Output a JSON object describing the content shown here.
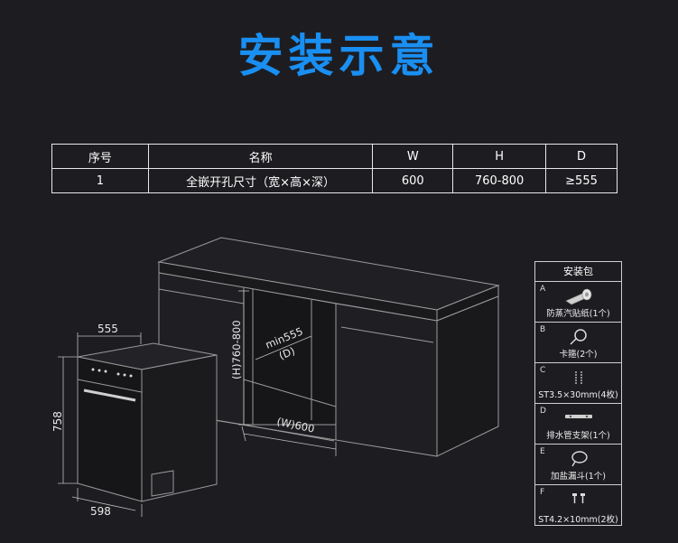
{
  "title": "安装示意",
  "table": {
    "headers": [
      "序号",
      "名称",
      "W",
      "H",
      "D"
    ],
    "rows": [
      [
        "1",
        "全嵌开孔尺寸（宽×高×深）",
        "600",
        "760-800",
        "≥555"
      ]
    ]
  },
  "diagram": {
    "dim_depth_top": "555",
    "dim_height_left": "758",
    "dim_width_bottom": "598",
    "dim_opening_height": "(H)760-800",
    "dim_opening_depth_line1": "min555",
    "dim_opening_depth_line2": "(D)",
    "dim_opening_width": "(W)600"
  },
  "kit": {
    "title": "安装包",
    "items": [
      {
        "letter": "A",
        "label": "防蒸汽贴纸(1个)",
        "icon": "sticker-roll-icon"
      },
      {
        "letter": "B",
        "label": "卡箍(2个)",
        "icon": "hose-clamp-icon"
      },
      {
        "letter": "C",
        "label": "ST3.5×30mm(4枚)",
        "icon": "long-screw-icon"
      },
      {
        "letter": "D",
        "label": "排水管支架(1个)",
        "icon": "drain-bracket-icon"
      },
      {
        "letter": "E",
        "label": "加盐漏斗(1个)",
        "icon": "salt-funnel-icon"
      },
      {
        "letter": "F",
        "label": "ST4.2×10mm(2枚)",
        "icon": "short-screw-icon"
      }
    ]
  }
}
